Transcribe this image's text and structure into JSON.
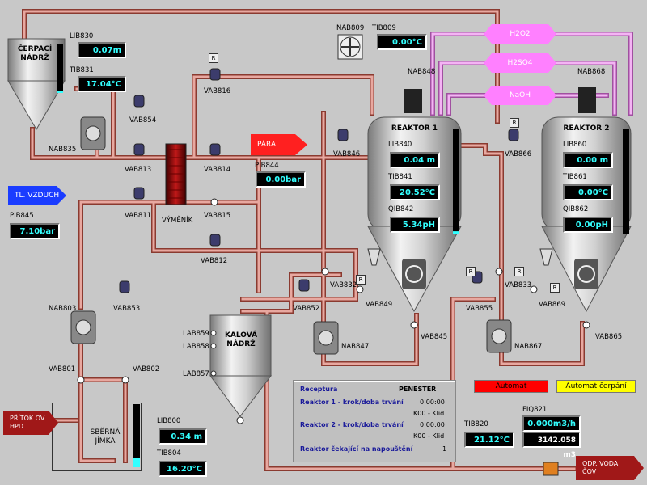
{
  "tanks": {
    "cerpaci": "ČERPACÍ\nNÁDRŽ",
    "kalova": "KALOVÁ\nNÁDRŽ",
    "reaktor1": "REAKTOR 1",
    "reaktor2": "REAKTOR 2",
    "jimka": "SBĚRNÁ\nJÍMKA",
    "vymenik": "VÝMĚNÍK"
  },
  "readouts": {
    "lib830": {
      "tag": "LIB830",
      "value": "0.07m"
    },
    "tib831": {
      "tag": "TIB831",
      "value": "17.04°C"
    },
    "tib809": {
      "tag": "TIB809",
      "value": "0.00°C"
    },
    "pib844": {
      "tag": "PIB844",
      "value": "0.00bar"
    },
    "pib845": {
      "tag": "PIB845",
      "value": "7.10bar"
    },
    "lib840": {
      "tag": "LIB840",
      "value": "0.04  m"
    },
    "tib841": {
      "tag": "TIB841",
      "value": "20.52°C"
    },
    "qib842": {
      "tag": "QIB842",
      "value": "5.34pH"
    },
    "lib860": {
      "tag": "LIB860",
      "value": "0.00  m"
    },
    "tib861": {
      "tag": "TIB861",
      "value": "0.00°C"
    },
    "qib862": {
      "tag": "QIB862",
      "value": "0.00pH"
    },
    "lib800": {
      "tag": "LIB800",
      "value": "0.34  m"
    },
    "tib804": {
      "tag": "TIB804",
      "value": "16.20°C"
    },
    "tib820": {
      "tag": "TIB820",
      "value": "21.12°C"
    },
    "fiq821_rate": {
      "tag": "FIQ821",
      "value": "0.000m3/h"
    },
    "fiq821_total": {
      "value": "3142.058 m3"
    }
  },
  "devices": {
    "nab809": "NAB809",
    "nab835": "NAB835",
    "nab803": "NAB803",
    "nab847": "NAB847",
    "nab867": "NAB867",
    "nab848": "NAB848",
    "nab868": "NAB868",
    "vab816": "VAB816",
    "vab854": "VAB854",
    "vab813": "VAB813",
    "vab814": "VAB814",
    "vab811": "VAB811",
    "vab815": "VAB815",
    "vab812": "VAB812",
    "vab853": "VAB853",
    "vab801": "VAB801",
    "vab802": "VAB802",
    "vab846": "VAB846",
    "vab866": "VAB866",
    "vab832": "VAB832",
    "vab849": "VAB849",
    "vab852": "VAB852",
    "vab845": "VAB845",
    "vab855": "VAB855",
    "vab833": "VAB833",
    "vab869": "VAB869",
    "vab865": "VAB865",
    "lab859": "LAB859",
    "lab858": "LAB858",
    "lab857": "LAB857"
  },
  "flows": {
    "para": "PÁRA",
    "vzduch": "TL. VZDUCH",
    "pritok": "PŘÍTOK OV\nHPD",
    "odpvoda": "ODP. VODA\nČOV",
    "h2o2": "H2O2",
    "h2so4": "H2SO4",
    "naoh": "NaOH"
  },
  "status": {
    "automat": "Automat",
    "automat_cerpani": "Automat čerpání"
  },
  "recipe": {
    "title": "Receptura",
    "name": "PENESTER",
    "r1_label": "Reaktor 1 - krok/doba trvání",
    "r1_time": "0:00:00",
    "r1_step": "K00 - Klid",
    "r2_label": "Reaktor 2 - krok/doba trvání",
    "r2_time": "0:00:00",
    "r2_step": "K00 - Klid",
    "wait_label": "Reaktor čekající na napouštění",
    "wait_value": "1"
  },
  "levels": {
    "cerpaci": 0.05,
    "reaktor1": 0.03,
    "reaktor2": 0.0,
    "jimka": 0.15
  },
  "colors": {
    "pipe": "#e8a8a0",
    "pipe_dark": "#8a3a30",
    "chem_pipe": "#f0a8f0",
    "steam": "#ff2020",
    "air": "#1a3cff",
    "status_red": "#ff0000",
    "status_yellow": "#ffff00"
  }
}
